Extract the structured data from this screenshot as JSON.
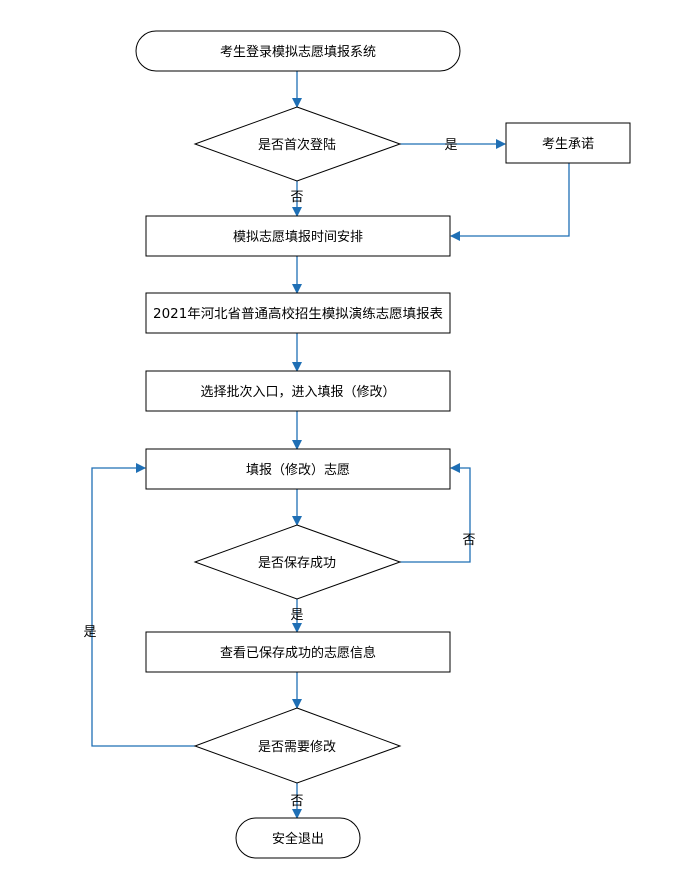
{
  "flowchart": {
    "colors": {
      "connector": "#1f6fb5",
      "node_border": "#000000",
      "background": "#ffffff"
    },
    "nodes": {
      "start": "考生登录模拟志愿填报系统",
      "first_login": "是否首次登陆",
      "pledge": "考生承诺",
      "schedule": "模拟志愿填报时间安排",
      "form": "2021年河北省普通高校招生模拟演练志愿填报表",
      "select_batch": "选择批次入口，进入填报（修改）",
      "fill": "填报（修改）志愿",
      "saved": "是否保存成功",
      "view": "查看已保存成功的志愿信息",
      "modify": "是否需要修改",
      "exit": "安全退出"
    },
    "edge_labels": {
      "first_login_yes": "是",
      "first_login_no": "否",
      "saved_no": "否",
      "saved_yes": "是",
      "modify_yes": "是",
      "modify_no": "否"
    }
  }
}
